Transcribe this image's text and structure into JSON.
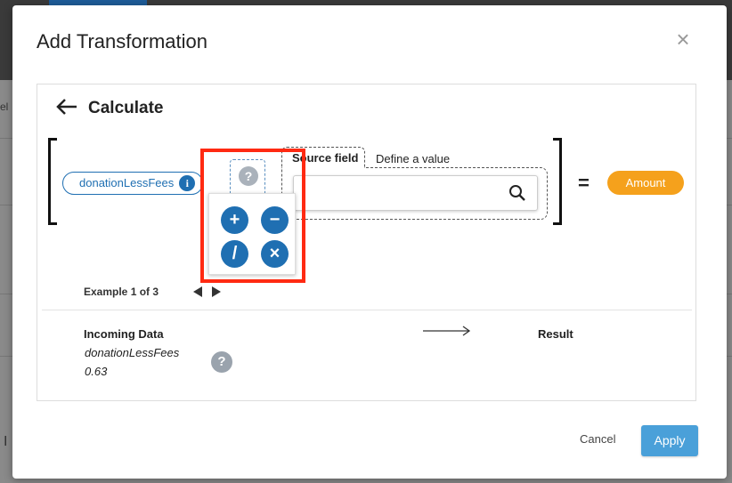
{
  "dialog": {
    "title": "Add Transformation",
    "close_symbol": "×"
  },
  "panel": {
    "title": "Calculate",
    "input_field": "donationLessFees",
    "info_symbol": "i",
    "operator_placeholder": "?",
    "source_tabs": [
      "Source field",
      "Define a value"
    ],
    "search_placeholder": "",
    "equals": "=",
    "output_field": "Amount",
    "operators": [
      "+",
      "−",
      "/",
      "×"
    ]
  },
  "example": {
    "label": "Example 1 of 3",
    "incoming_title": "Incoming Data",
    "incoming_field": "donationLessFees",
    "incoming_value": "0.63",
    "help_symbol": "?",
    "result_title": "Result"
  },
  "footer": {
    "cancel_label": "Cancel",
    "apply_label": "Apply"
  },
  "background_fragments": [
    "el",
    "I"
  ],
  "colors": {
    "primary": "#1f6fb2",
    "output_pill": "#f5a11c",
    "apply_button": "#4aa0d9",
    "highlight": "#ff2a12"
  },
  "icons": [
    "back-arrow-icon",
    "info-icon",
    "question-icon",
    "search-icon",
    "plus-icon",
    "minus-icon",
    "divide-icon",
    "multiply-icon",
    "caret-left-icon",
    "caret-right-icon",
    "flow-arrow-icon",
    "close-icon"
  ]
}
